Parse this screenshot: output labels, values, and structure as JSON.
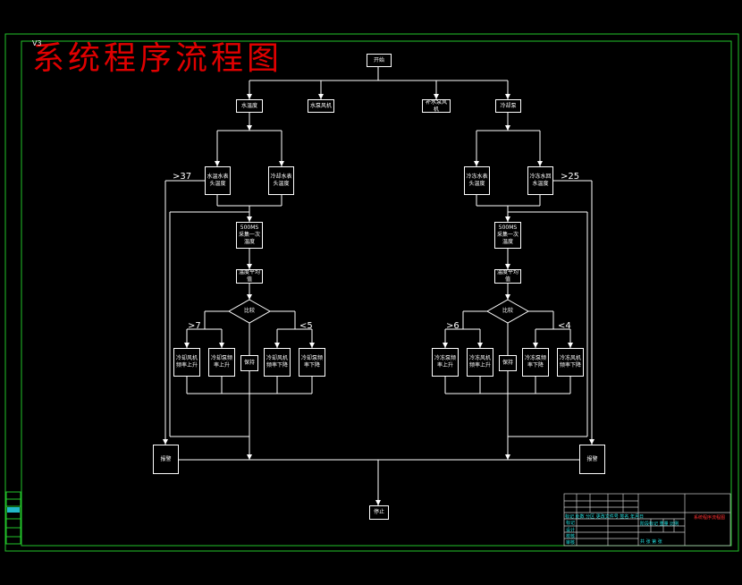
{
  "title": "系统程序流程图",
  "sheet_mark": "V3",
  "nodes": {
    "start": "开始",
    "branch1": "水温度",
    "branch2": "水泵风机",
    "branch3": "补水泵风机",
    "branch4": "冷却泵",
    "l_sensor_a": "水温水表头温度",
    "l_sensor_b": "冷却水表头温度",
    "r_sensor_a": "冷冻水表头温度",
    "r_sensor_b": "冷冻水回水温度",
    "l_timer": "500MS采集一次温度",
    "r_timer": "500MS采集一次温度",
    "l_proc": "温度平均值",
    "r_proc": "温度平均值",
    "l_compare": "比较",
    "r_compare": "比较",
    "l_act1": "冷却风机频率上升",
    "l_act2": "冷却泵频率上升",
    "l_act3": "保持",
    "l_act4": "冷却风机频率下降",
    "l_act5": "冷却泵频率下降",
    "r_act1": "冷冻泵频率上升",
    "r_act2": "冷冻风机频率上升",
    "r_act3": "保持",
    "r_act4": "冷冻泵频率下降",
    "r_act5": "冷冻风机频率下降",
    "l_alarm": "报警",
    "r_alarm": "报警",
    "end": "停止"
  },
  "labels": {
    "l_gt": ">37",
    "r_gt": ">25",
    "l_hi": ">7",
    "l_lo": "<5",
    "r_hi": ">6",
    "r_lo": "<4"
  },
  "title_block": {
    "drawing_name": "系统程序流程图",
    "left_col": [
      "标记",
      "设计",
      "校核",
      "审核",
      "工艺"
    ],
    "header_row": "标记 处数 分区 更改文件号 签名 年月日",
    "stage_row": "阶段标记 重量 比例",
    "sheet_row": "共 张 第 张"
  },
  "colors": {
    "background": "#000000",
    "line": "#ffffff",
    "frame": "#22c32a",
    "title": "#e00000",
    "table_text": "#22e3e3"
  }
}
